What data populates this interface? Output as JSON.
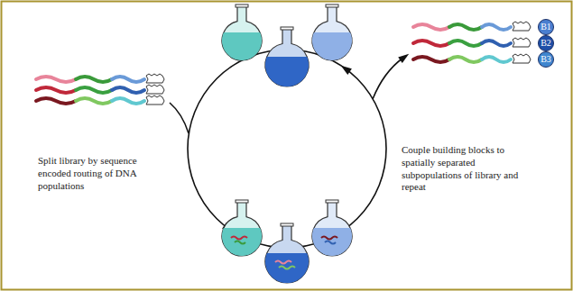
{
  "diagram": {
    "nodes": [
      {
        "text": [
          "B1"
        ]
      },
      {
        "text": [
          "B2"
        ]
      },
      {
        "text": [
          "B3"
        ]
      }
    ],
    "labels": [
      "Split library by sequence encoded routing of DNA populations",
      "Couple building blocks to spatially separated subpopulations of library and repeat"
    ]
  }
}
